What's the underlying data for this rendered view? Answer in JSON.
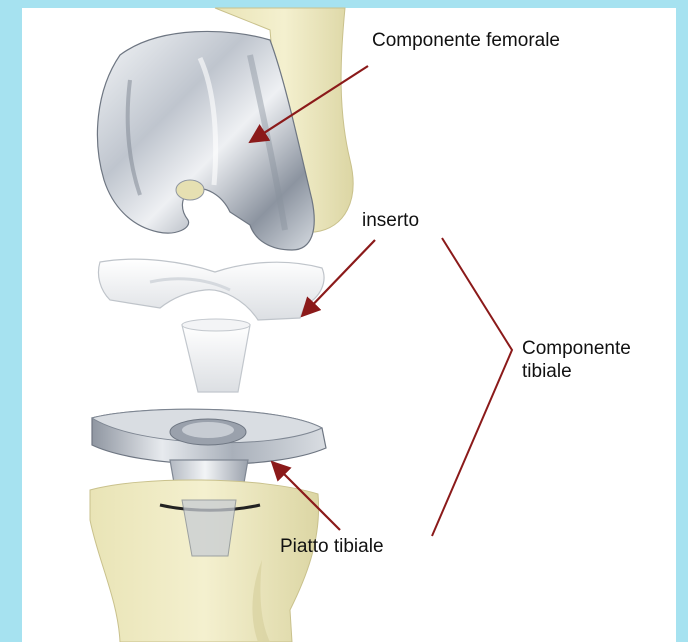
{
  "labels": {
    "femoral": "Componente femorale",
    "insert": "inserto",
    "tibial_component": "Componente\ntibiale",
    "tibial_plate": "Piatto tibiale"
  },
  "colors": {
    "frame": "#A6E2F0",
    "background": "#FFFFFF",
    "bone": "#F0ECC2",
    "bone_shadow": "#D9D3A3",
    "metal_light": "#E6E9EE",
    "metal_mid": "#B8BEC8",
    "metal_dark": "#7F8793",
    "insert": "#F7F8F9",
    "arrow": "#8B1A1A",
    "text": "#111111"
  },
  "icons": {
    "pointer_arrows": "arrow-icon",
    "grouping_bracket": "bracket-icon"
  }
}
